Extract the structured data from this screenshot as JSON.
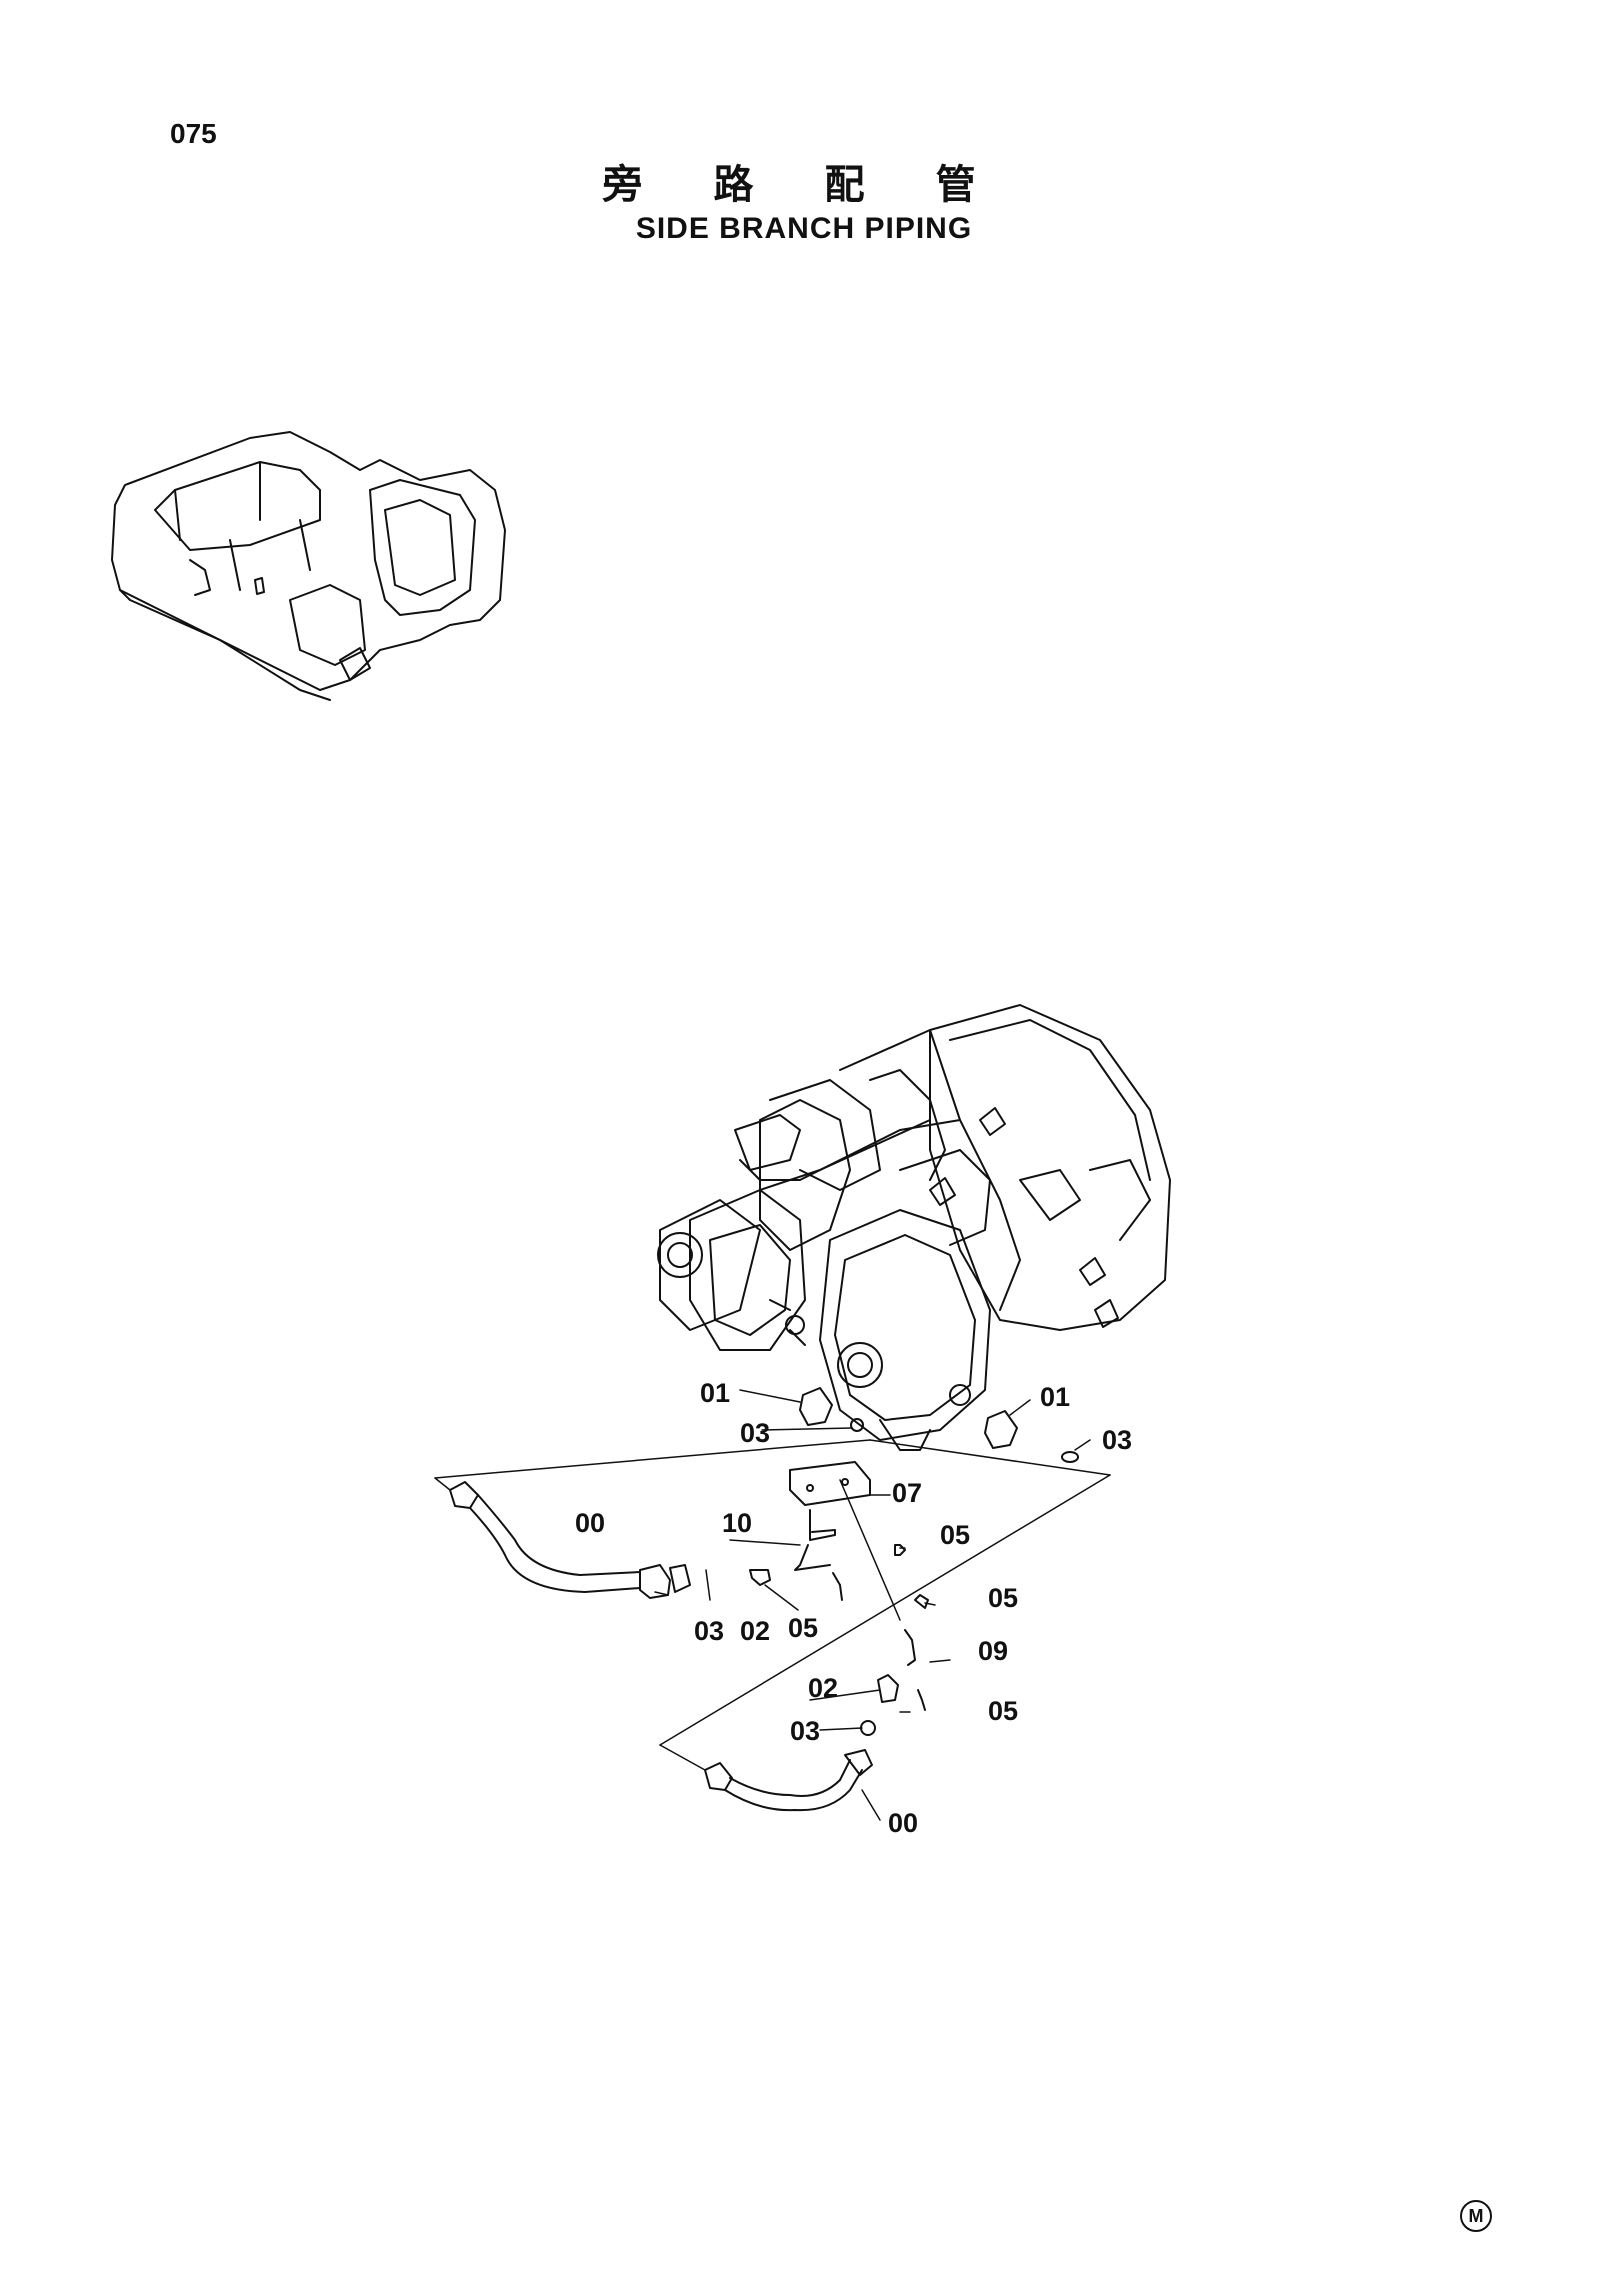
{
  "page_number": "075",
  "title_cn": "旁 路 配 管",
  "title_en": "SIDE BRANCH PIPING",
  "part_labels": [
    "01",
    "03",
    "01",
    "03",
    "07",
    "00",
    "10",
    "05",
    "05",
    "03",
    "02",
    "05",
    "09",
    "02",
    "05",
    "03",
    "00"
  ],
  "corner_mark": "M"
}
